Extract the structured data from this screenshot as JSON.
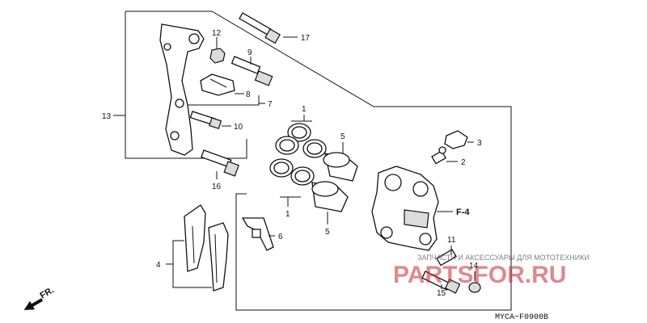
{
  "diagram": {
    "callouts": {
      "c1_top": "1",
      "c1_bottom": "1",
      "c2": "2",
      "c3": "3",
      "c4": "4",
      "c5_top": "5",
      "c5_bottom": "5",
      "c6": "6",
      "c7": "7",
      "c8": "8",
      "c9": "9",
      "c10": "10",
      "c11": "11",
      "c12": "12",
      "c13": "13",
      "c14": "14",
      "c15": "15",
      "c16": "16",
      "c17": "17"
    },
    "ref_label": "F-4",
    "direction_label": "FR.",
    "catalog_code": "MYCA−F0900B",
    "watermark": {
      "tagline": "ЗАПЧАСТИ И АКСЕССУАРЫ ДЛЯ МОТОТЕХНИКИ",
      "brand": "PARTSFOR.RU",
      "brand_color": "#c8282f"
    },
    "icons": [
      "direction-arrow-icon"
    ]
  }
}
